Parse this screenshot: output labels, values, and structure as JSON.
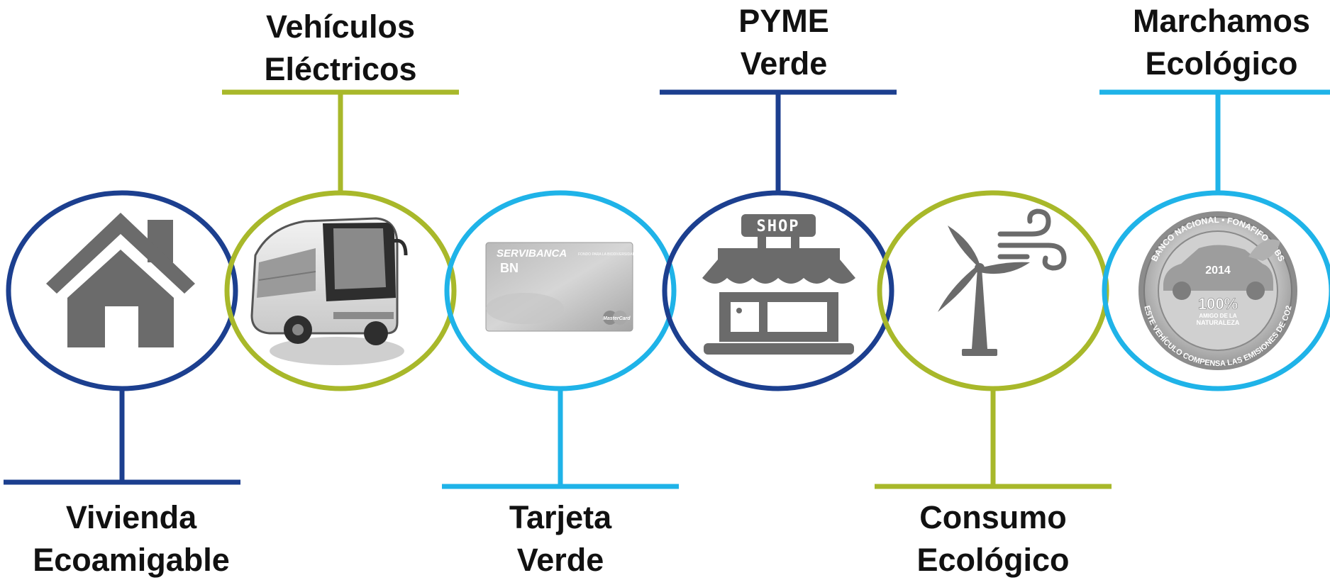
{
  "colors": {
    "dark_blue": "#1c3f8f",
    "olive_green": "#a8b82a",
    "light_blue": "#1fb3e8",
    "icon_gray": "#6b6b6b",
    "text": "#111111"
  },
  "items": [
    {
      "id": "vivienda",
      "label_lines": [
        "Vivienda",
        "Ecoamigable"
      ],
      "icon": "house-icon",
      "ring_color": "dark_blue",
      "label_position": "bottom"
    },
    {
      "id": "vehiculos",
      "label_lines": [
        "Vehículos",
        "Eléctricos"
      ],
      "icon": "bus-icon",
      "ring_color": "olive_green",
      "label_position": "top"
    },
    {
      "id": "tarjeta",
      "label_lines": [
        "Tarjeta",
        "Verde"
      ],
      "icon": "credit-card-icon",
      "ring_color": "light_blue",
      "label_position": "bottom",
      "card_text": {
        "brand": "SERVIBANCA",
        "bank": "BN",
        "fund": "FONDO PARA LA BIODIVERSIDAD SOSTENIBLE",
        "network": "MasterCard"
      }
    },
    {
      "id": "pyme",
      "label_lines": [
        "PYME",
        "Verde"
      ],
      "icon": "shop-icon",
      "ring_color": "dark_blue",
      "label_position": "top",
      "sign_text": "SHOP"
    },
    {
      "id": "consumo",
      "label_lines": [
        "Consumo",
        "Ecológico"
      ],
      "icon": "wind-turbine-icon",
      "ring_color": "olive_green",
      "label_position": "bottom"
    },
    {
      "id": "marchamos",
      "label_lines": [
        "Marchamos",
        "Ecológico"
      ],
      "icon": "eco-seal-icon",
      "ring_color": "light_blue",
      "label_position": "top",
      "seal_text": {
        "ring_top": "BANCO NACIONAL • FONAFIFO • FBS",
        "ring_bottom": "ESTE VEHÍCULO COMPENSA LAS EMISIONES DE CO2",
        "year": "2014",
        "percent": "100%",
        "line1": "AMIGO DE LA",
        "line2": "NATURALEZA"
      }
    }
  ]
}
